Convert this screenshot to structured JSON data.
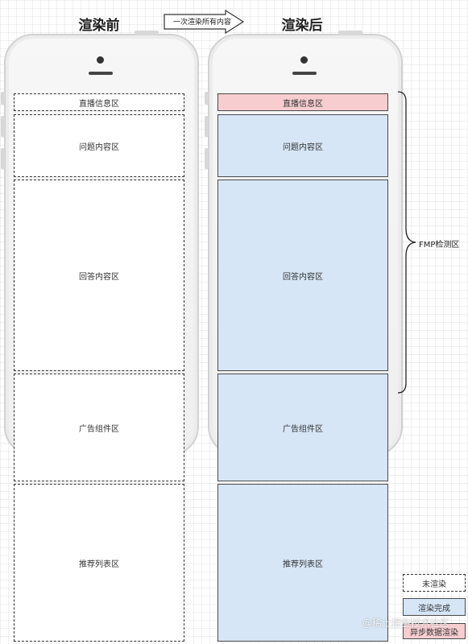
{
  "headings": {
    "before": "渲染前",
    "after": "渲染后"
  },
  "arrow_label": "一次渲染所有内容",
  "zones": {
    "live": "直播信息区",
    "question": "问题内容区",
    "answer": "回答内容区",
    "ad": "广告组件区",
    "recommend": "推荐列表区"
  },
  "fmp_label": "FMP检测区",
  "legend": {
    "unrendered": "未渲染",
    "rendered": "渲染完成",
    "async": "异步数据渲染"
  },
  "watermark": "@稀土掘金技术社区",
  "colors": {
    "rendered": "#d6e6f7",
    "async": "#f7cdd0",
    "unrendered": "#ffffff"
  }
}
